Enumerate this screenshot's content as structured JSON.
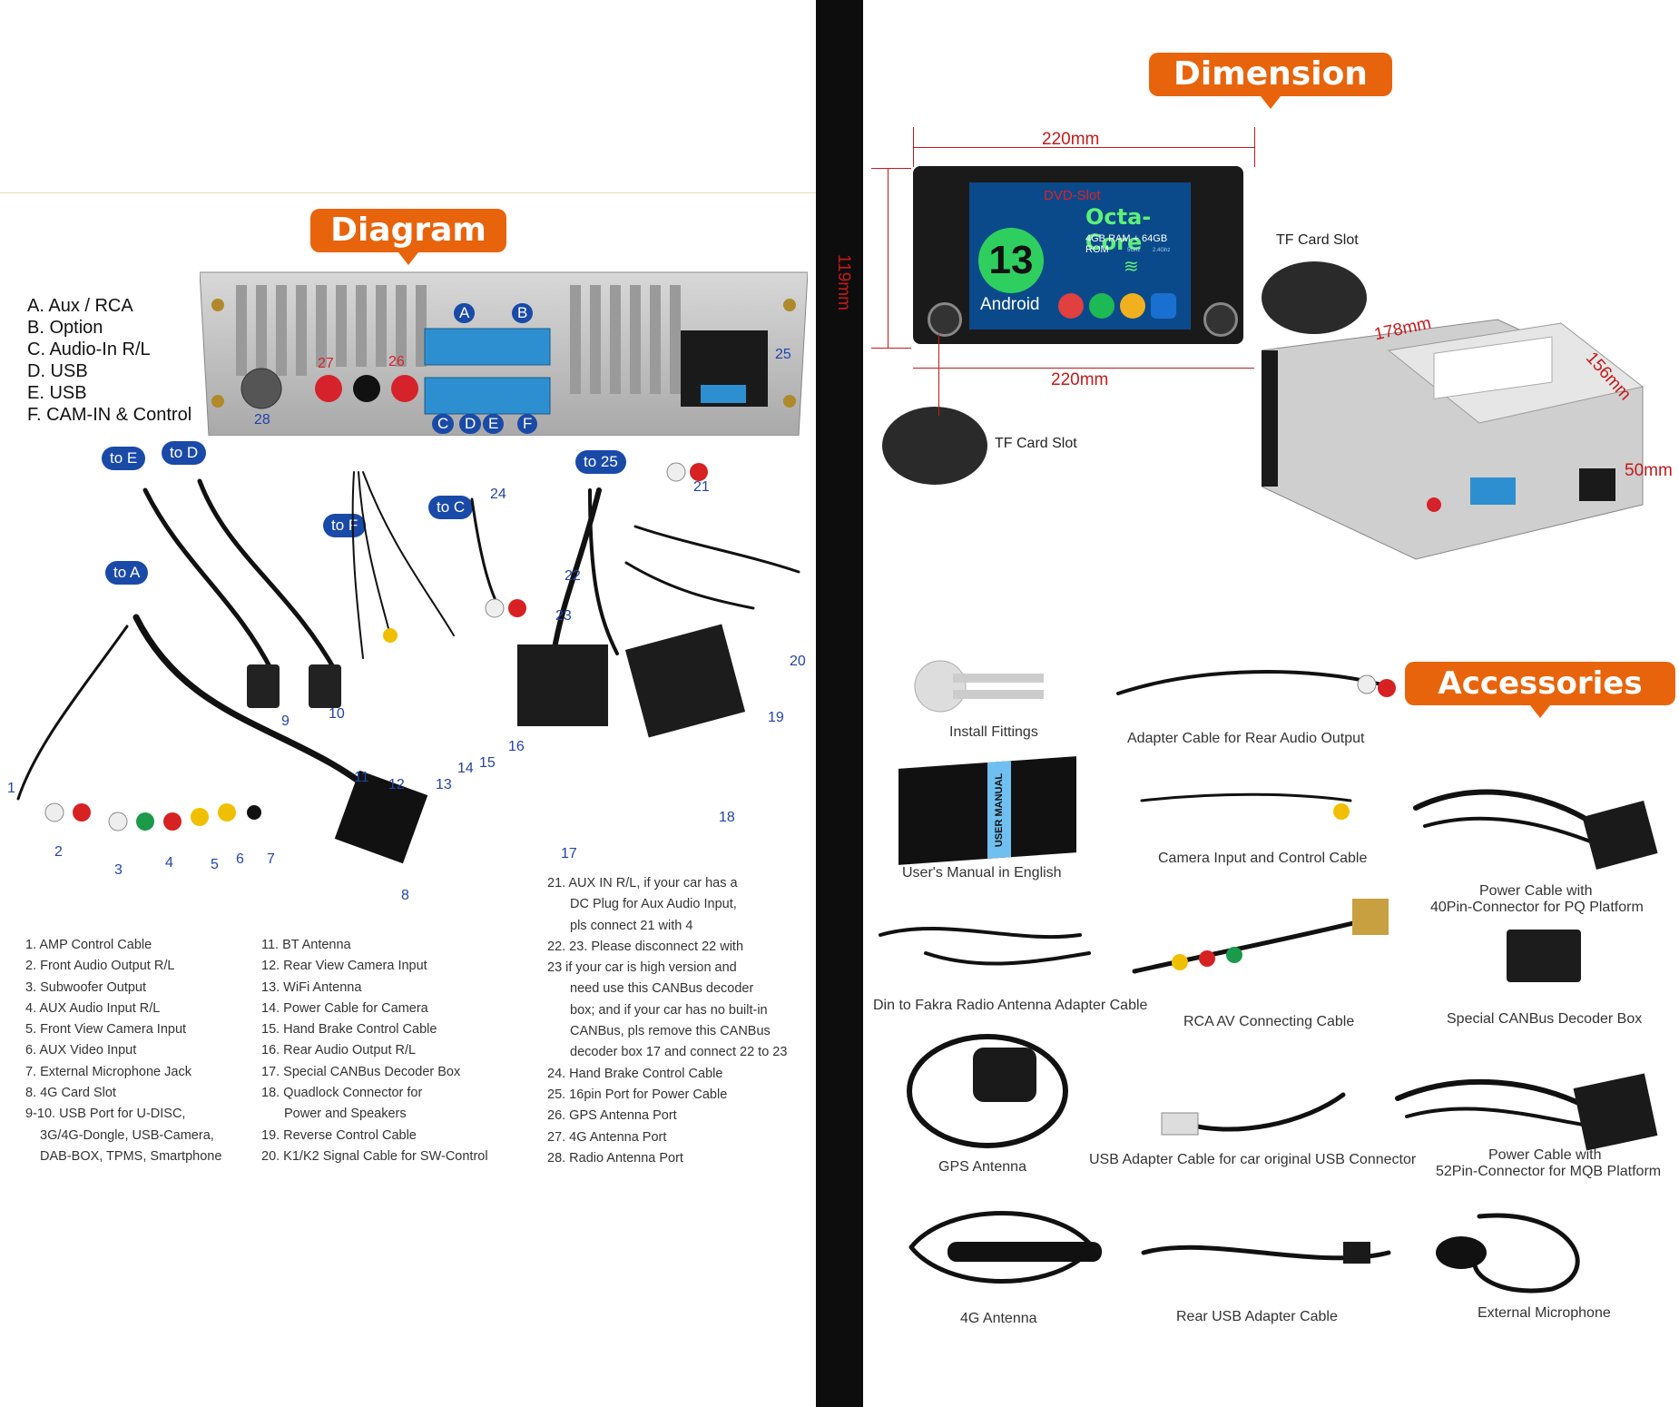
{
  "diagram": {
    "title": "Diagram",
    "legend": [
      "A. Aux / RCA",
      "B. Option",
      "C. Audio-In R/L",
      "D. USB",
      "E. USB",
      "F. CAM-IN & Control"
    ],
    "port_letters": [
      "A",
      "B",
      "C",
      "D",
      "E",
      "F"
    ],
    "port_numbers": [
      "25",
      "26",
      "27",
      "28"
    ],
    "bubbles": [
      "to E",
      "to D",
      "to F",
      "to C",
      "to 25",
      "to A"
    ],
    "part_numbers": [
      "1",
      "2",
      "3",
      "4",
      "5",
      "6",
      "7",
      "8",
      "9",
      "10",
      "11",
      "12",
      "13",
      "14",
      "15",
      "16",
      "17",
      "18",
      "19",
      "20",
      "21",
      "22",
      "23",
      "24"
    ],
    "list_col1": [
      "1. AMP Control Cable",
      "2. Front Audio Output R/L",
      "3. Subwoofer Output",
      "4. AUX Audio Input R/L",
      "5. Front View Camera Input",
      "6. AUX Video Input",
      "7. External Microphone Jack",
      "8. 4G Card Slot",
      "9-10. USB Port for U-DISC,",
      "3G/4G-Dongle, USB-Camera,",
      "DAB-BOX, TPMS, Smartphone"
    ],
    "list_col2": [
      "11. BT Antenna",
      "12. Rear View Camera Input",
      "13. WiFi Antenna",
      "14. Power Cable for Camera",
      "15. Hand Brake Control Cable",
      "16. Rear Audio Output R/L",
      "17. Special CANBus Decoder Box",
      "18. Quadlock Connector for",
      "Power and Speakers",
      "19. Reverse Control Cable",
      "20. K1/K2 Signal Cable for SW-Control"
    ],
    "list_col3": [
      "21. AUX IN R/L, if your car has a",
      "DC Plug for Aux Audio Input,",
      "pls connect 21 with 4",
      "22. 23. Please disconnect 22 with",
      "23 if your car is high version and",
      "need use this CANBus decoder",
      "box; and if your car has no built-in",
      "CANBus, pls remove this CANBus",
      "decoder box 17 and connect 22 to 23",
      "24. Hand Brake Control Cable",
      "25. 16pin Port for Power Cable",
      "26. GPS Antenna Port",
      "27. 4G Antenna Port",
      "28. Radio Antenna Port"
    ]
  },
  "dimension": {
    "title": "Dimension",
    "width_top": "220mm",
    "width_bottom": "220mm",
    "height": "119mm",
    "depth": "178mm",
    "side": "156mm",
    "side2": "50mm",
    "tf_slot_label_1": "TF Card Slot",
    "tf_slot_label_2": "TF Card Slot",
    "screen": {
      "dvd_slot": "DVD-Slot",
      "octa_core": "Octa-Core",
      "memory": "4GB RAM + 64GB ROM",
      "android_version": "13",
      "android_label": "Android",
      "wifi_5g": "5Ghz",
      "wifi_24g": "2.4Ghz"
    }
  },
  "accessories": {
    "title": "Accessories",
    "items": [
      "Install Fittings",
      "Adapter Cable for Rear Audio Output",
      "User's Manual in English",
      "Camera Input and Control Cable",
      "Power Cable with",
      "40Pin-Connector for PQ Platform",
      "Din to Fakra Radio Antenna Adapter Cable",
      "RCA AV Connecting Cable",
      "Special CANBus Decoder Box",
      "GPS Antenna",
      "USB Adapter Cable for car original USB Connector",
      "Power Cable with",
      "52Pin-Connector for MQB Platform",
      "4G Antenna",
      "Rear USB Adapter Cable",
      "External Microphone"
    ],
    "manual_cover": "USER MANUAL"
  },
  "colors": {
    "accent": "#e8640c",
    "bubble": "#1a4aa8",
    "dimension": "#c41a1a"
  }
}
